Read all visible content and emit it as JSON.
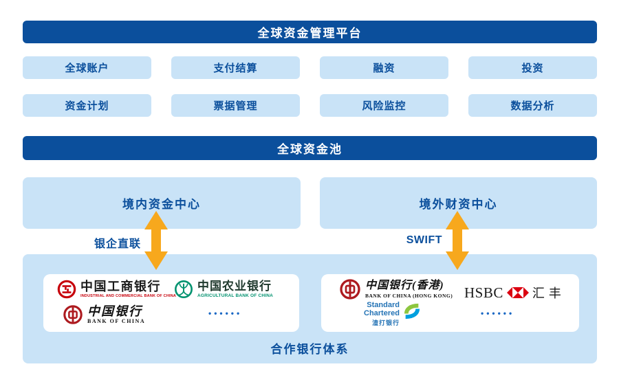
{
  "colors": {
    "dark_blue": "#0B4F9C",
    "light_blue": "#C9E3F7",
    "arrow_orange": "#F7A81D",
    "icbc_red": "#C7000B",
    "abc_green": "#00926F",
    "boc_red": "#AD1A1F",
    "hsbc_red": "#DB0011",
    "sc_blue": "#2473B5",
    "sc_green": "#8DC63F",
    "sc_cyan": "#00A0DF",
    "dots_blue": "#1A68C4"
  },
  "icons": {
    "flow_arrow": "double-headed-vertical-arrow",
    "icbc_logo": "icbc-red-roundel",
    "abc_logo": "abc-green-roundel",
    "boc_logo": "boc-red-roundel",
    "hsbc_logo": "hsbc-red-hexagon",
    "sc_logo": "standard-chartered-trustmark"
  },
  "header": {
    "title": "全球资金管理平台"
  },
  "modules": [
    "全球账户",
    "支付结算",
    "融资",
    "投资",
    "资金计划",
    "票据管理",
    "风险监控",
    "数据分析"
  ],
  "pool": {
    "title": "全球资金池"
  },
  "centers": {
    "domestic": "境内资金中心",
    "overseas": "境外财资中心"
  },
  "links": {
    "domestic_label": "银企直联",
    "overseas_label": "SWIFT"
  },
  "partner": {
    "title": "合作银行体系",
    "ellipsis": "••••••",
    "icbc": {
      "name_cn": "中国工商银行",
      "name_en": "INDUSTRIAL AND COMMERCIAL BANK OF CHINA"
    },
    "abc": {
      "name_cn": "中国农业银行",
      "name_en": "AGRICULTURAL BANK OF CHINA"
    },
    "boc": {
      "name_cn": "中国银行",
      "name_en": "BANK OF CHINA"
    },
    "bochk": {
      "name_cn": "中国银行(香港)",
      "name_en": "BANK OF CHINA (HONG KONG)"
    },
    "hsbc": {
      "name_en": "HSBC",
      "name_cn": "汇丰"
    },
    "sc": {
      "line1": "Standard",
      "line2": "Chartered",
      "name_cn": "渣打银行"
    }
  }
}
